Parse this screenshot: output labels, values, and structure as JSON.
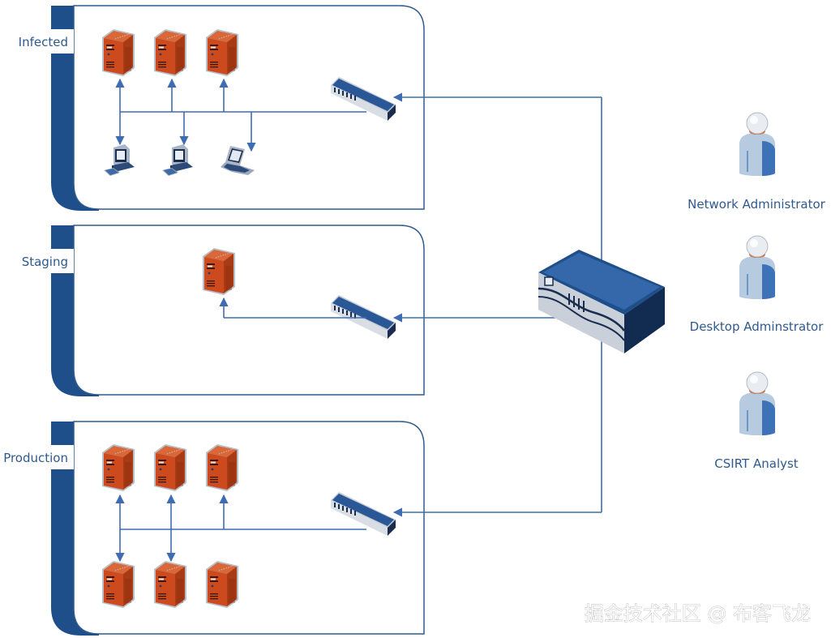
{
  "title": "Network segmentation diagram",
  "colors": {
    "zone_bar": "#1f4f8b",
    "zone_border": "#2e5a8e",
    "wire": "#3d6db0",
    "server": "#cc4a1e",
    "server_edge": "#9aa3ad",
    "label": "#2e5a8e"
  },
  "zones": [
    {
      "id": "infected",
      "label": "Infected",
      "devices": [
        {
          "type": "server-icon"
        },
        {
          "type": "server-icon"
        },
        {
          "type": "server-icon"
        },
        {
          "type": "desktop-icon"
        },
        {
          "type": "desktop-icon"
        },
        {
          "type": "laptop-icon"
        },
        {
          "type": "switch-icon"
        }
      ]
    },
    {
      "id": "staging",
      "label": "Staging",
      "devices": [
        {
          "type": "server-icon"
        },
        {
          "type": "switch-icon"
        }
      ]
    },
    {
      "id": "production",
      "label": "Production",
      "devices": [
        {
          "type": "server-icon"
        },
        {
          "type": "server-icon"
        },
        {
          "type": "server-icon"
        },
        {
          "type": "server-icon"
        },
        {
          "type": "server-icon"
        },
        {
          "type": "server-icon"
        },
        {
          "type": "switch-icon"
        }
      ]
    }
  ],
  "core": {
    "type": "router-icon",
    "label": ""
  },
  "roles": [
    {
      "label": "Network Administrator",
      "icon": "user-icon"
    },
    {
      "label": "Desktop Adminstrator",
      "icon": "user-icon"
    },
    {
      "label": "CSIRT Analyst",
      "icon": "user-icon"
    }
  ],
  "watermark": "掘金技术社区 @ 布客飞龙"
}
